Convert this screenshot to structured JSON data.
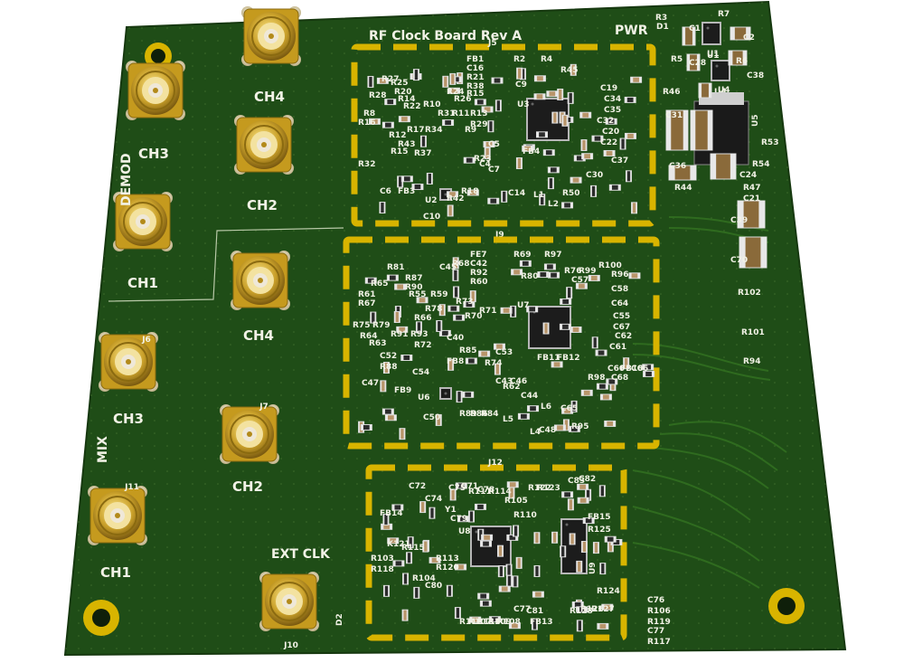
{
  "board": {
    "title": "RF Clock Board Rev A",
    "pcb_color": "#1f4d17",
    "silk_color": "#f2f2e6",
    "gold_color": "#c9a400"
  },
  "sections": {
    "demod": "DEMOD",
    "mix": "MIX",
    "ext_clk": "EXT CLK",
    "pwr": "PWR"
  },
  "connectors": [
    {
      "label": "CH4",
      "ref": "",
      "icon": "sma-connector-icon"
    },
    {
      "label": "CH3",
      "ref": "",
      "icon": "sma-connector-icon"
    },
    {
      "label": "CH2",
      "ref": "",
      "icon": "sma-connector-icon"
    },
    {
      "label": "CH1",
      "ref": "",
      "icon": "sma-connector-icon"
    },
    {
      "label": "CH4",
      "ref": "",
      "icon": "sma-connector-icon"
    },
    {
      "label": "CH3",
      "ref": "J6",
      "icon": "sma-connector-icon"
    },
    {
      "label": "CH2",
      "ref": "J7",
      "icon": "sma-connector-icon"
    },
    {
      "label": "CH1",
      "ref": "J11",
      "icon": "sma-connector-icon"
    },
    {
      "label": "",
      "ref": "J10",
      "icon": "sma-connector-icon"
    }
  ],
  "shield_cans": [
    {
      "top_ref": "J5",
      "bottom_ref": "J9"
    },
    {
      "top_ref": "",
      "bottom_ref": ""
    },
    {
      "top_ref": "J12",
      "bottom_ref": ""
    }
  ],
  "ics": [
    "U3",
    "U7",
    "U8",
    "U9",
    "U1",
    "U4",
    "U5",
    "U2",
    "U6"
  ],
  "ref_labels": {
    "power_area": [
      "R3",
      "D1",
      "C1",
      "R7",
      "C2",
      "R5",
      "C28",
      "U1",
      "R6",
      "C38",
      "R46",
      "U4",
      "C31",
      "C36",
      "R44",
      "C24",
      "R53",
      "R54",
      "R47",
      "C21",
      "C39",
      "C70",
      "R102",
      "R101",
      "R94"
    ],
    "can1": [
      "R2",
      "R4",
      "R45",
      "FB1",
      "C16",
      "R21",
      "R38",
      "R25",
      "R20",
      "R27",
      "R14",
      "R28",
      "R22",
      "R10",
      "R31",
      "R24",
      "R26",
      "R15",
      "R8",
      "R16",
      "R11",
      "R13",
      "R17",
      "R34",
      "R29",
      "R12",
      "R43",
      "R15",
      "R37",
      "R32",
      "C6",
      "FB3",
      "R42",
      "R18",
      "C10",
      "C19",
      "C34",
      "C35",
      "C32",
      "C20",
      "C22",
      "C9",
      "C5",
      "C7",
      "C4",
      "R50",
      "C14",
      "L1",
      "L2",
      "FB4",
      "R9",
      "R23",
      "C30",
      "C37"
    ],
    "can2": [
      "FE7",
      "C42",
      "R92",
      "R60",
      "C45",
      "R68",
      "R69",
      "R97",
      "R80",
      "R76",
      "C57",
      "R99",
      "R100",
      "R96",
      "R81",
      "R87",
      "R90",
      "R55",
      "R59",
      "R61",
      "R67",
      "R65",
      "R73",
      "R78",
      "R66",
      "R70",
      "R71",
      "C58",
      "C64",
      "C55",
      "C67",
      "C62",
      "C61",
      "R75",
      "R64",
      "R79",
      "R63",
      "R91",
      "R93",
      "R72",
      "R85",
      "C53",
      "C40",
      "C52",
      "C54",
      "R88",
      "C47",
      "FB9",
      "FB8",
      "FB11",
      "FB12",
      "R74",
      "C43",
      "R62",
      "C46",
      "R98",
      "C60",
      "C68",
      "FB10",
      "C66",
      "C50",
      "R89",
      "R86",
      "R84",
      "L5",
      "L6",
      "C65",
      "R95",
      "L4",
      "C48",
      "C44"
    ],
    "can3": [
      "C72",
      "C74",
      "C75",
      "C71",
      "R111",
      "C78",
      "R114",
      "R105",
      "R122",
      "R123",
      "C83",
      "C82",
      "FB14",
      "C79",
      "Y1",
      "R110",
      "FB15",
      "R125",
      "K121",
      "R115",
      "R103",
      "R118",
      "R113",
      "R120",
      "C80",
      "R104",
      "R112",
      "R107",
      "R116",
      "R109",
      "R108",
      "C77",
      "C81",
      "FB13",
      "R124",
      "R128",
      "R126",
      "R127"
    ],
    "bottom_right": [
      "C76",
      "R106",
      "R119",
      "C77",
      "R117"
    ],
    "misc": [
      "D2"
    ]
  }
}
